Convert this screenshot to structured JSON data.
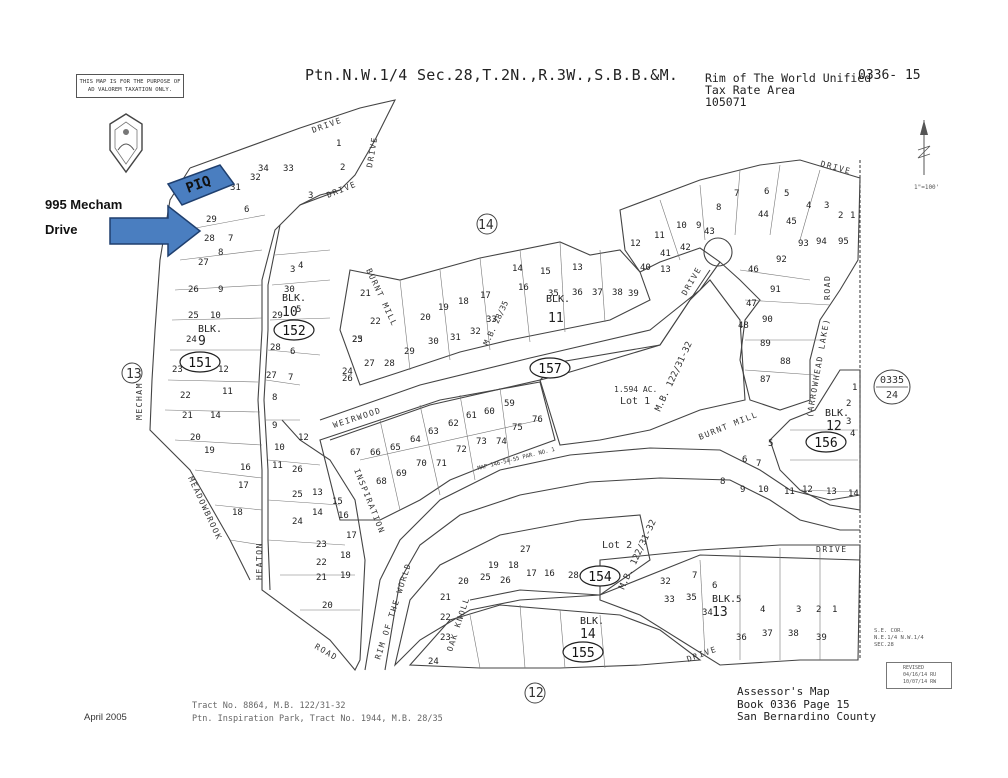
{
  "disclaimer": "THIS MAP IS FOR THE PURPOSE OF AD VALOREM TAXATION ONLY.",
  "title": "Ptn.N.W.1/4 Sec.28,T.2N.,R.3W.,S.B.B.&M.",
  "district": {
    "line1": "Rim of The World Unified",
    "line2": "Tax Rate Area",
    "line3": "105071"
  },
  "page_number": "0336- 15",
  "subject_property": {
    "address_line1": "995 Mecham",
    "address_line2": "Drive",
    "tag": "PIQ",
    "arrow_color": "#4a7ec0",
    "tag_color": "#4a7ec0",
    "tag_border": "#1f3f6e"
  },
  "footer": {
    "date": "April 2005",
    "tract_line1": "Tract No. 8864, M.B. 122/31-32",
    "tract_line2": "Ptn. Inspiration Park, Tract No. 1944, M.B. 28/35",
    "assessor_line1": "Assessor's Map",
    "assessor_line2": "Book 0336 Page 15",
    "assessor_line3": "San Bernardino County"
  },
  "revised": {
    "label": "REVISED",
    "line1": "04/16/14 RU",
    "line2": "10/07/14 RW"
  },
  "corner_note": {
    "line1": "S.E. COR.",
    "line2": "N.E.1/4 N.W.1/4",
    "line3": "SEC.28"
  },
  "scale_note": "1\"=100'",
  "adjacent_pages": {
    "right_page": "0335",
    "right_page_parcel": "24",
    "west": "13",
    "north": "14",
    "south": "12"
  },
  "streets": {
    "mecham": "MECHAM",
    "meadowbrook": "MEADOWBROOK",
    "heaton": "HEATON",
    "road_sw": "ROAD",
    "rim_of_the_world": "RIM OF THE WORLD",
    "oak_knoll": "OAK KNOLL",
    "drive_s": "DRIVE",
    "drive_e": "DRIVE",
    "burnt_mill_n": "BURNT MILL",
    "burnt_mill_e": "BURNT MILL",
    "weirwood": "WEIRWOOD",
    "inspiration": "INSPIRATION",
    "drive_n1": "DRIVE",
    "drive_n2": "DRIVE",
    "drive_n3": "DRIVE",
    "drive_ne": "DRIVE",
    "drive_center": "DRIVE",
    "arrowhead_lake": "(ARROWHEAD LAKE)",
    "road_e": "ROAD"
  },
  "blocks": [
    {
      "blk": "BLK.",
      "num": "9",
      "page": "151"
    },
    {
      "blk": "BLK.",
      "num": "10",
      "page": "152"
    },
    {
      "blk": "BLK.",
      "num": "11",
      "page": "157"
    },
    {
      "blk": "BLK.",
      "num": "12",
      "page": "156"
    },
    {
      "blk": "BLK.",
      "num": "13",
      "page": "154"
    },
    {
      "blk": "BLK.",
      "num": "14",
      "page": "155"
    }
  ],
  "lot_labels": {
    "lot1_name": "Lot 1",
    "lot1_acres": "1.594 AC.",
    "lot1_ref": "M.B. 122/31-32",
    "lot2_name": "Lot 2",
    "lot2_ref": "M.B. 122/31-32",
    "blk11_ref": "M.B. 28/35",
    "center_ref": "MAP 146-54-55 PAR. NO. 1"
  },
  "parcels": {
    "west": [
      "33",
      "34",
      "32",
      "31",
      "6",
      "29",
      "28",
      "7",
      "27",
      "8",
      "26",
      "9",
      "25",
      "10",
      "24",
      "23",
      "22",
      "21",
      "14",
      "20",
      "19",
      "18",
      "16",
      "17",
      "12",
      "11"
    ],
    "blk10": [
      "30",
      "29",
      "28",
      "27",
      "3",
      "5",
      "6",
      "7",
      "8",
      "9",
      "10",
      "11",
      "26",
      "25",
      "24",
      "23",
      "22",
      "21",
      "20",
      "19",
      "18",
      "17",
      "16",
      "15",
      "14",
      "13",
      "12"
    ],
    "north": [
      "1",
      "2",
      "3",
      "4",
      "21",
      "22",
      "20",
      "19",
      "18",
      "17",
      "16",
      "15",
      "14",
      "13",
      "36",
      "37",
      "38",
      "39",
      "35",
      "33",
      "32",
      "31",
      "30",
      "29",
      "28",
      "27",
      "26",
      "25",
      "24",
      "23"
    ],
    "center": [
      "67",
      "66",
      "65",
      "64",
      "63",
      "62",
      "61",
      "60",
      "59",
      "76",
      "75",
      "74",
      "73",
      "72",
      "71",
      "70",
      "69",
      "68"
    ],
    "northeast": [
      "12",
      "11",
      "10",
      "9",
      "8",
      "7",
      "6",
      "5",
      "4",
      "3",
      "2",
      "1",
      "13",
      "40",
      "41",
      "42",
      "43",
      "44",
      "45",
      "46",
      "47",
      "48",
      "89",
      "90",
      "91",
      "92",
      "93",
      "94",
      "95",
      "87",
      "88"
    ],
    "east": [
      "1",
      "2",
      "3",
      "4",
      "5",
      "6",
      "7",
      "8",
      "9",
      "10",
      "11",
      "12",
      "13",
      "14"
    ],
    "south": [
      "27",
      "28",
      "26",
      "25",
      "24",
      "23",
      "22",
      "21",
      "20",
      "19",
      "18",
      "17",
      "16",
      "32",
      "33",
      "34",
      "35",
      "36",
      "37",
      "38",
      "39",
      "1",
      "2",
      "3",
      "4",
      "5",
      "6",
      "7"
    ]
  }
}
